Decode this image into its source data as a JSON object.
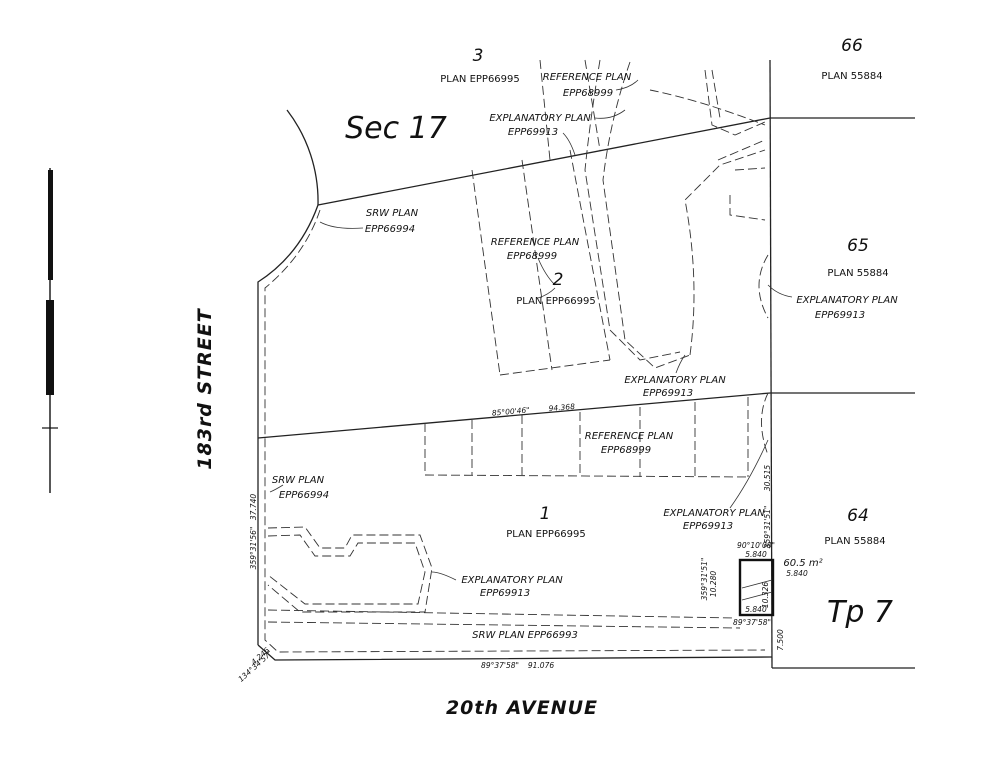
{
  "parcels": {
    "lot1": {
      "number": "1",
      "plan": "PLAN EPP66995"
    },
    "lot2": {
      "number": "2",
      "plan": "PLAN EPP66995"
    },
    "lot3": {
      "number": "3",
      "plan": "PLAN EPP66995"
    },
    "lot64": {
      "number": "64",
      "plan": "PLAN 55884"
    },
    "lot65": {
      "number": "65",
      "plan": "PLAN 55884"
    },
    "lot66": {
      "number": "66",
      "plan": "PLAN 55884"
    }
  },
  "regions": {
    "section": "Sec 17",
    "township": "Tp 7"
  },
  "roads": {
    "street": "183rd STREET",
    "avenue": "20th AVENUE"
  },
  "annotations": {
    "ref_plan_label": "REFERENCE PLAN",
    "ref_plan_no": "EPP68999",
    "expl_plan_label": "EXPLANATORY PLAN",
    "expl_plan_no": "EPP69913",
    "srw_plan_label": "SRW PLAN",
    "srw_plan_no": "EPP66994",
    "srw_plan_bottom": "SRW PLAN EPP66993"
  },
  "dimensions": {
    "bearing_85": "85°00'46\"",
    "dist_94": "94.368",
    "bearing_359_west": "359°31'56\"",
    "dist_37": "37.740",
    "dist_4246": "4.246",
    "bearing_134": "134°34'57\"",
    "bearing_89_bottom": "89°37'58\"",
    "dist_91": "91.076",
    "dist_30": "30.515",
    "bearing_359_east": "359°31'51\"",
    "bearing_90": "90°10'08\"",
    "dist_5840": "5.840",
    "area": "60.5 m²",
    "bearing_359_box": "359°31'51\"",
    "dist_10280": "10.280",
    "dist_10326": "10.326",
    "bearing_89_box": "89°37'58\"",
    "dist_7500": "7.500"
  }
}
